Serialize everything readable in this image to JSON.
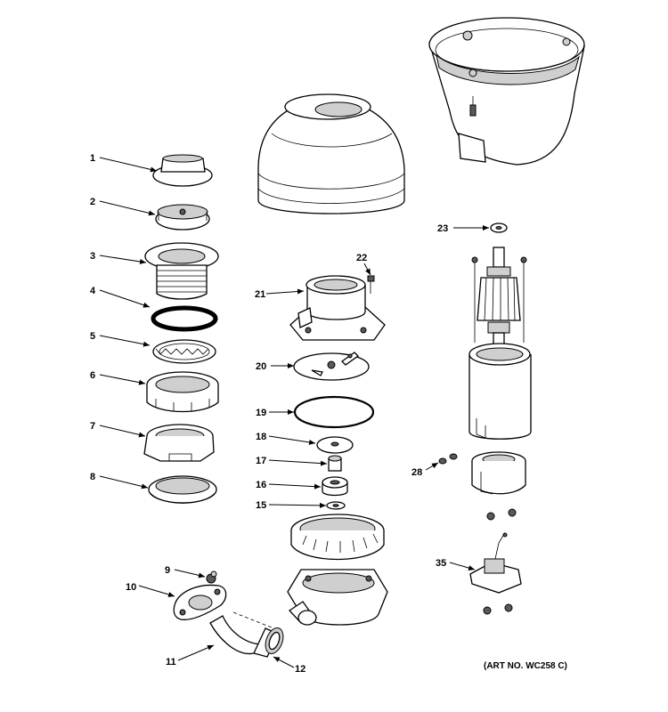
{
  "diagram": {
    "art_number": "(ART NO. WC258 C)",
    "callouts": [
      "1",
      "2",
      "3",
      "4",
      "5",
      "6",
      "7",
      "8",
      "9",
      "10",
      "11",
      "12",
      "15",
      "16",
      "17",
      "18",
      "19",
      "20",
      "21",
      "22",
      "23",
      "28",
      "35"
    ]
  }
}
